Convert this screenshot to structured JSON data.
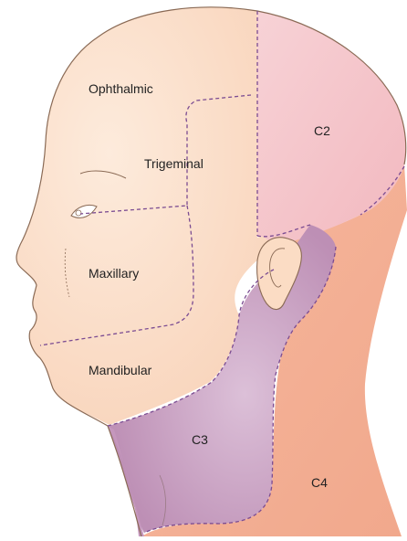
{
  "labels": {
    "ophthalmic": "Ophthalmic",
    "trigeminal": "Trigeminal",
    "maxillary": "Maxillary",
    "mandibular": "Mandibular",
    "c2": "C2",
    "c3": "C3",
    "c4": "C4"
  },
  "colors": {
    "skin": "#fbdcc4",
    "skin_light": "#fde8d8",
    "c2": "#f5c6cc",
    "c3": "#c597bd",
    "c4": "#f6b89c",
    "outline": "#8a6a55",
    "boundary": "#7b4c92",
    "background": "#ffffff"
  }
}
